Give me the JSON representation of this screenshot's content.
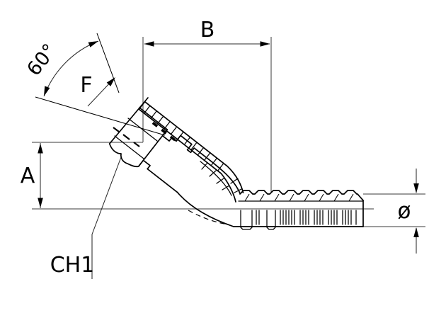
{
  "drawing": {
    "labels": {
      "cone_angle": "60°",
      "length_b": "B",
      "thread": "F",
      "height_a": "A",
      "wrench": "CH1",
      "diameter": "ø"
    },
    "colors": {
      "ink": "#000000",
      "background": "#ffffff",
      "dimension_lines": "#2b2b2b"
    }
  }
}
